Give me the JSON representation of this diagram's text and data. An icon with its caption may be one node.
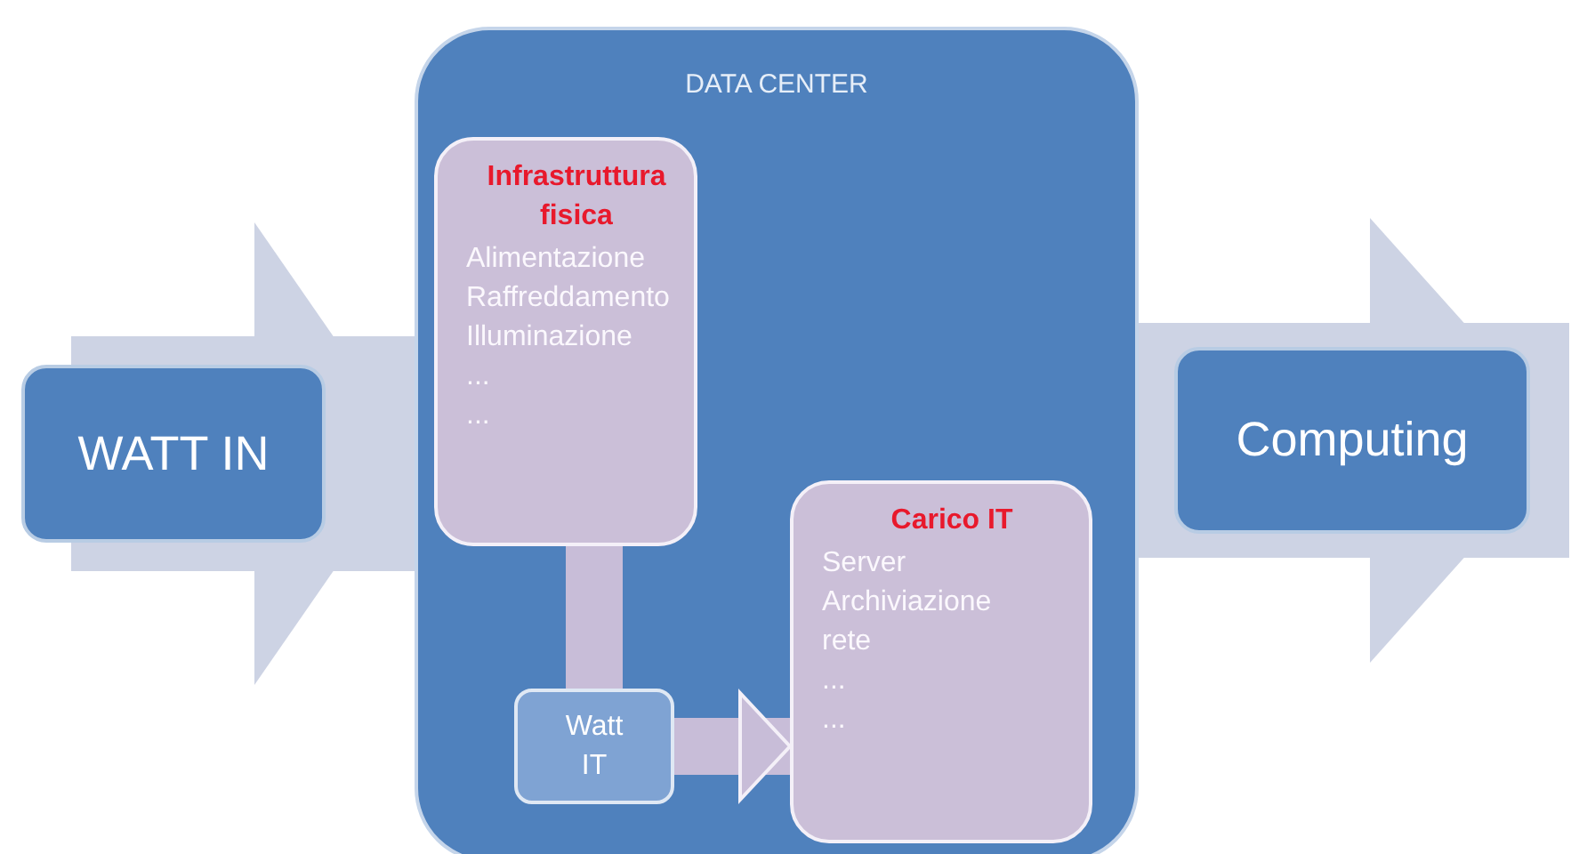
{
  "diagram": {
    "nodes": [
      {
        "text": [
          "WATT IN"
        ]
      },
      {
        "text": [
          "DATA CENTER"
        ]
      },
      {
        "text": [
          "Infrastruttura fisica",
          "Alimentazione",
          "Raffreddamento",
          "Illuminazione",
          "...",
          "..."
        ],
        "in": 1
      },
      {
        "text": [
          "Watt IT"
        ],
        "in": 1
      },
      {
        "text": [
          "Carico IT",
          "Server",
          "Archiviazione",
          "rete",
          "...",
          "..."
        ],
        "in": 1
      },
      {
        "text": [
          "Computing"
        ]
      }
    ],
    "edges": [
      {
        "from": 0,
        "to": 1,
        "arrow": "to",
        "style": "thick"
      },
      {
        "from": 1,
        "to": 5,
        "arrow": "to",
        "style": "thick"
      },
      {
        "from": 2,
        "to": 3,
        "arrow": "none"
      },
      {
        "from": 3,
        "to": 4,
        "arrow": "to"
      }
    ]
  }
}
